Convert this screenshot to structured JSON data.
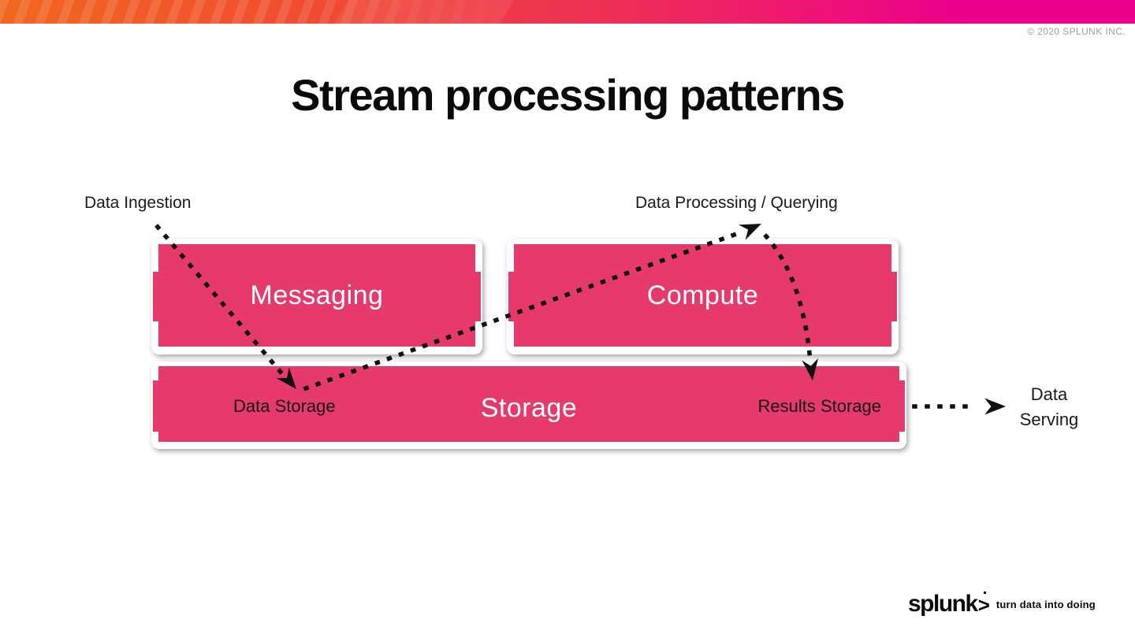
{
  "slide": {
    "copyright": "© 2020 SPLUNK INC.",
    "title": "Stream processing patterns"
  },
  "flow_labels": {
    "data_ingestion": "Data Ingestion",
    "data_processing": "Data Processing / Querying",
    "data_serving_line1": "Data",
    "data_serving_line2": "Serving"
  },
  "boxes": {
    "messaging": "Messaging",
    "compute": "Compute",
    "storage": "Storage",
    "data_storage": "Data Storage",
    "results_storage": "Results Storage"
  },
  "logo": {
    "wordmark": "splunk",
    "chevron": ">",
    "tagline": "turn data into doing"
  },
  "colors": {
    "banner_left": "#F1671F",
    "banner_mid1": "#EF4A33",
    "banner_mid2": "#EE2A5C",
    "banner_right": "#EC008C",
    "box_pink": "#E6396C",
    "ink": "#111111",
    "title_color": "#0A0A0A",
    "label_color": "#1A1A1A",
    "copyright_gray": "#9E9E9E"
  }
}
